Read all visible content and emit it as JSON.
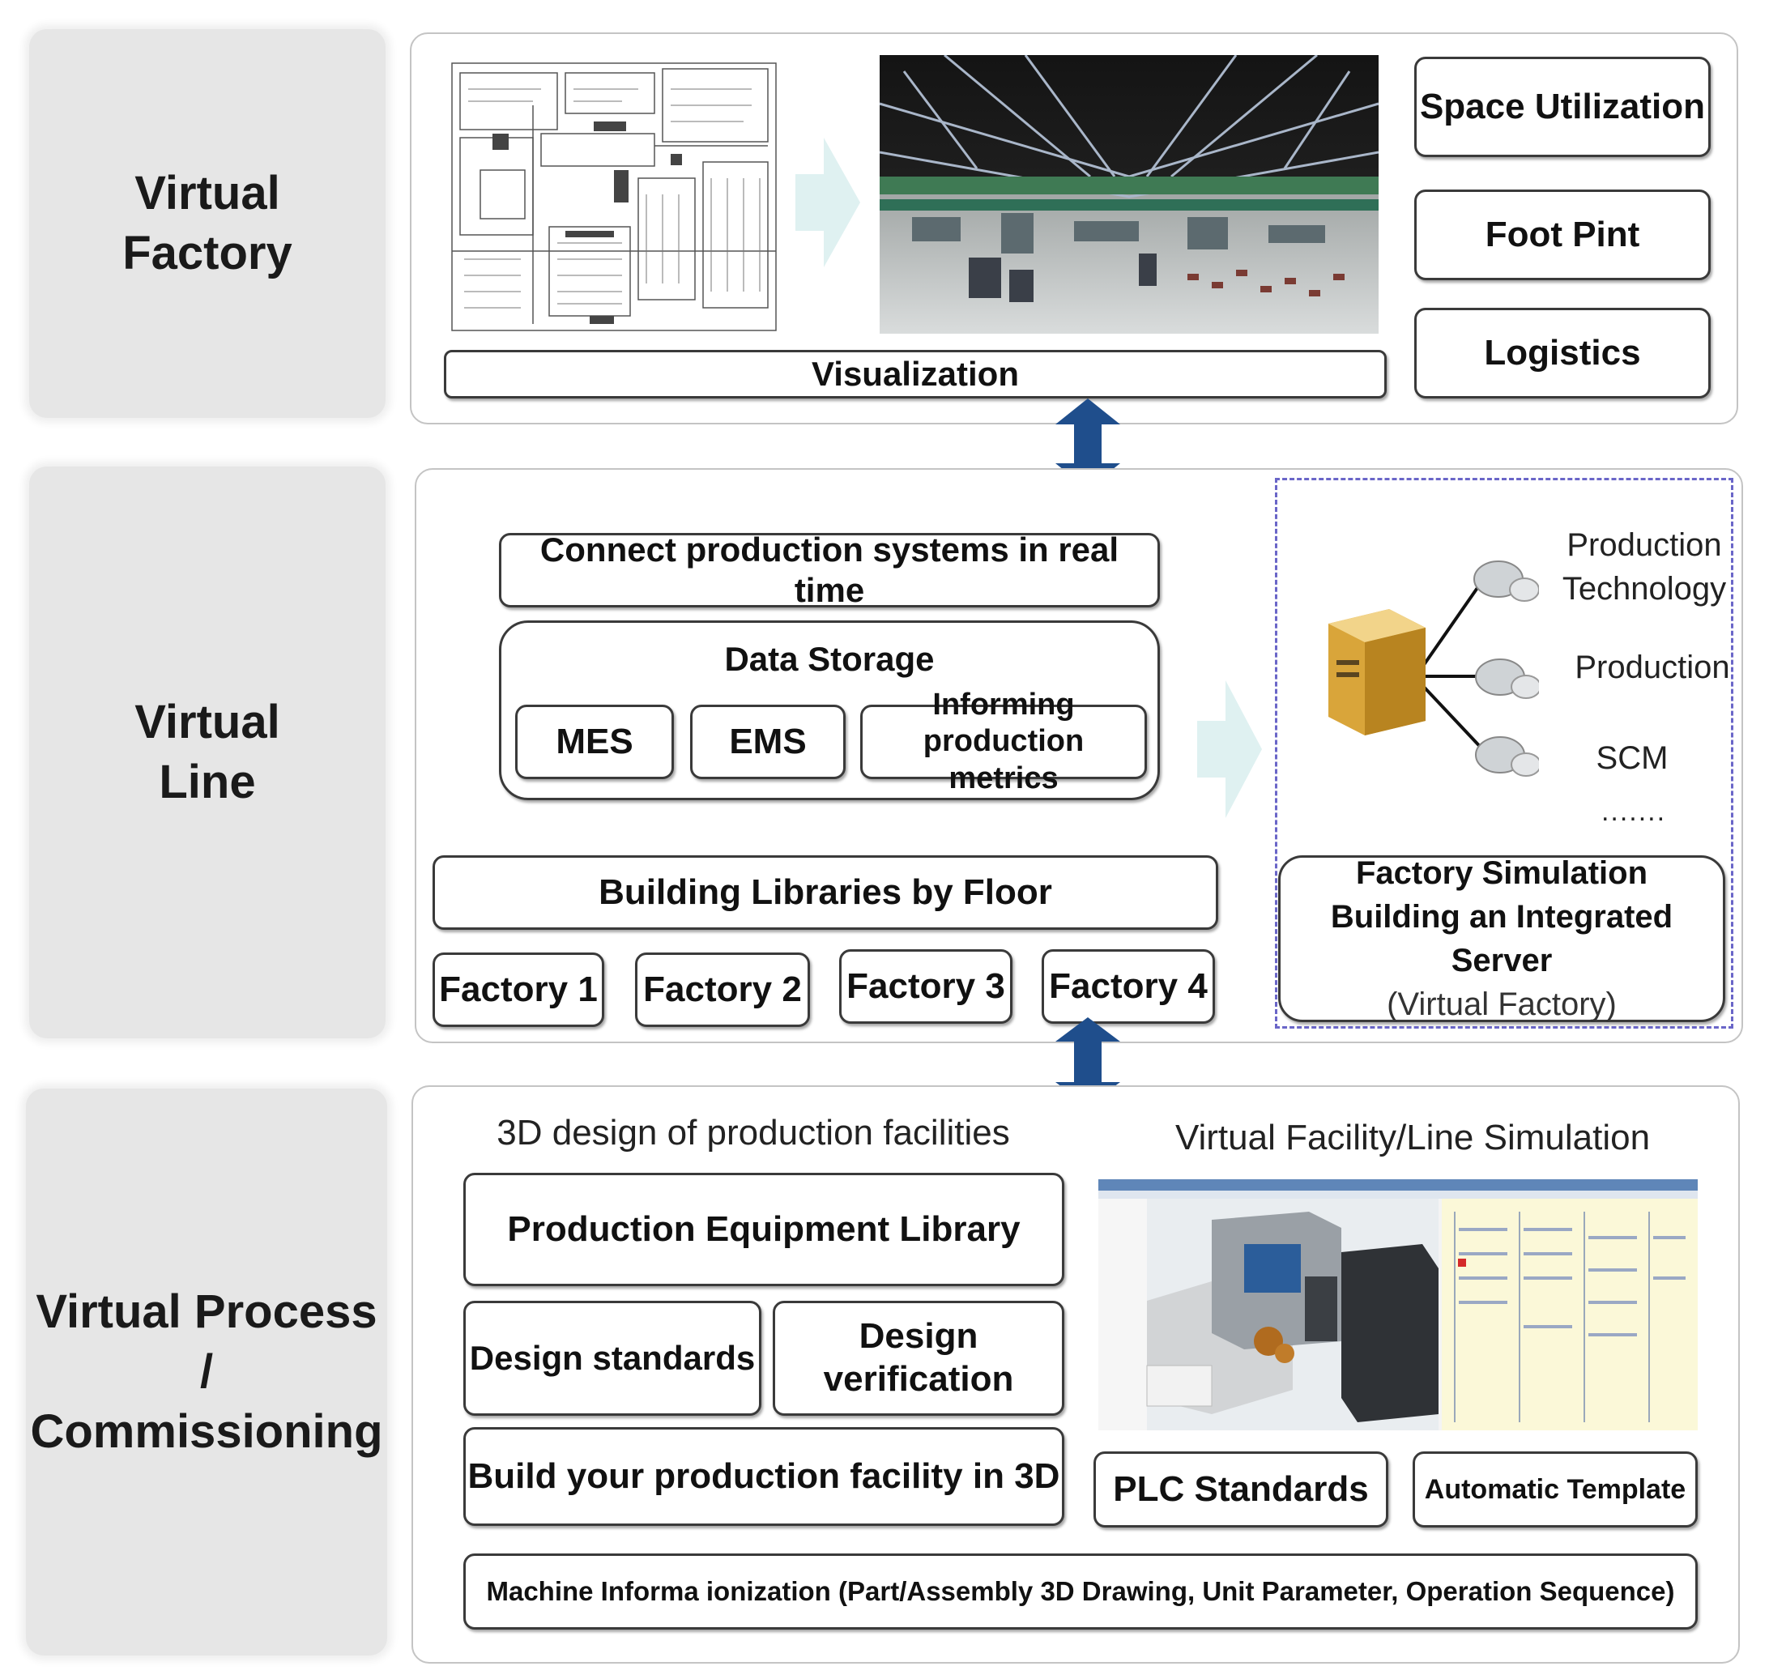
{
  "sections": {
    "virtual_factory": {
      "label": "Virtual\nFactory",
      "visualization_label": "Visualization",
      "side_items": [
        "Space Utilization",
        "Foot Pint",
        "Logistics"
      ]
    },
    "virtual_line": {
      "label": "Virtual\nLine",
      "connect_label": "Connect production systems in real time",
      "data_storage_label": "Data Storage",
      "storage_items": [
        "MES",
        "EMS",
        "Informing production metrics"
      ],
      "libraries_label": "Building Libraries by Floor",
      "factories": [
        "Factory 1",
        "Factory 2",
        "Factory 3",
        "Factory 4"
      ],
      "server_nodes": [
        "Production Technology",
        "Production",
        "SCM"
      ],
      "server_more": ".......",
      "server_title_line1": "Factory Simulation",
      "server_title_line2": "Building an Integrated Server",
      "server_title_line3": "(Virtual Factory)"
    },
    "virtual_process": {
      "label": "Virtual Process /\nCommissioning",
      "design_heading": "3D design  of production  facilities",
      "sim_heading": "Virtual  Facility/Line  Simulation",
      "equipment_library": "Production Equipment Library",
      "design_standards": "Design standards",
      "design_verification": "Design\nverification",
      "build_3d": "Build your production facility in 3D",
      "plc_standards": "PLC Standards",
      "automatic_template": "Automatic Template",
      "machine_info": "Machine  Informa ionization  (Part/Assembly 3D Drawing, Unit Parameter, Operation Sequence)"
    }
  },
  "colors": {
    "arrow": "#1f4e8c",
    "category_bg": "#e6e6e6",
    "dashed_border": "#6a66c8",
    "flow_arrow": "#dff1f1"
  }
}
